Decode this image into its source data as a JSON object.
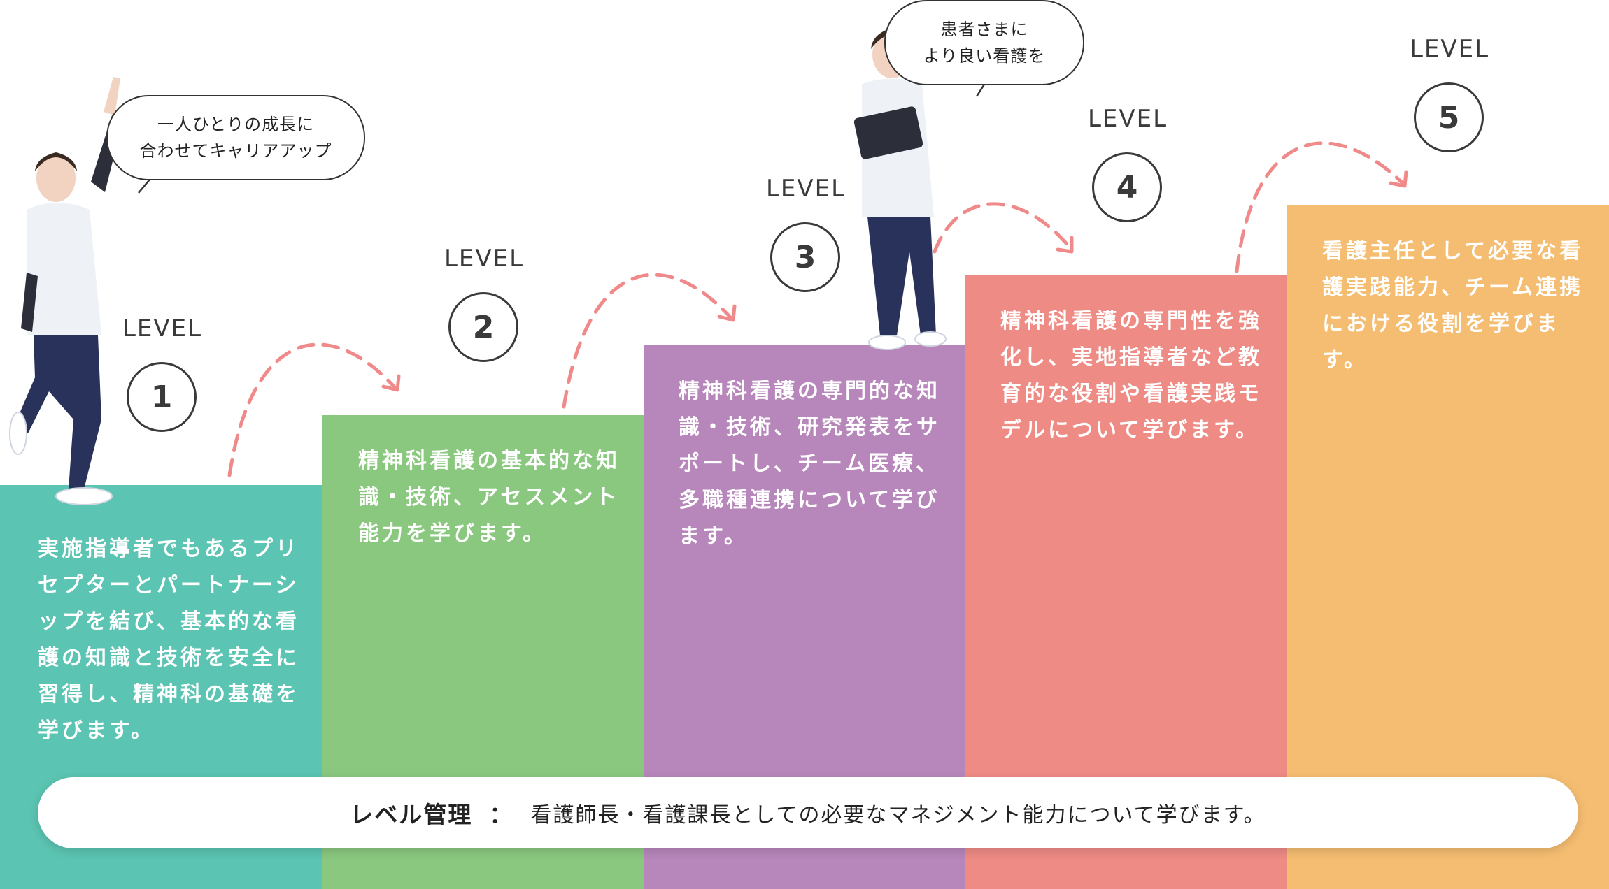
{
  "colors": {
    "level1": "#5cc4b2",
    "level2": "#8ac77f",
    "level3": "#b787bb",
    "level4": "#ee8b85",
    "level5": "#f5bd71",
    "arrow": "#f08a8a"
  },
  "levels": [
    {
      "label": "LEVEL",
      "number": "1",
      "text": "実施指導者でもあるプリセプターとパートナーシップを結び、基本的な看護の知識と技術を安全に習得し、精神科の基礎を学びます。"
    },
    {
      "label": "LEVEL",
      "number": "2",
      "text": "精神科看護の基本的な知識・技術、アセスメント能力を学びます。"
    },
    {
      "label": "LEVEL",
      "number": "3",
      "text": "精神科看護の専門的な知識・技術、研究発表をサポートし、チーム医療、多職種連携について学びます。"
    },
    {
      "label": "LEVEL",
      "number": "4",
      "text": "精神科看護の専門性を強化し、実地指導者など教育的な役割や看護実践モデルについて学びます。"
    },
    {
      "label": "LEVEL",
      "number": "5",
      "text": "看護主任として必要な看護実践能力、チーム連携における役割を学びます。"
    }
  ],
  "bubbles": {
    "left": {
      "line1": "一人ひとりの成長に",
      "line2": "合わせてキャリアアップ"
    },
    "right": {
      "line1": "患者さまに",
      "line2": "より良い看護を"
    }
  },
  "bottom_bar": {
    "title": "レベル管理",
    "separator": "：",
    "text": "看護師長・看護課長としての必要なマネジメント能力について学びます。"
  }
}
